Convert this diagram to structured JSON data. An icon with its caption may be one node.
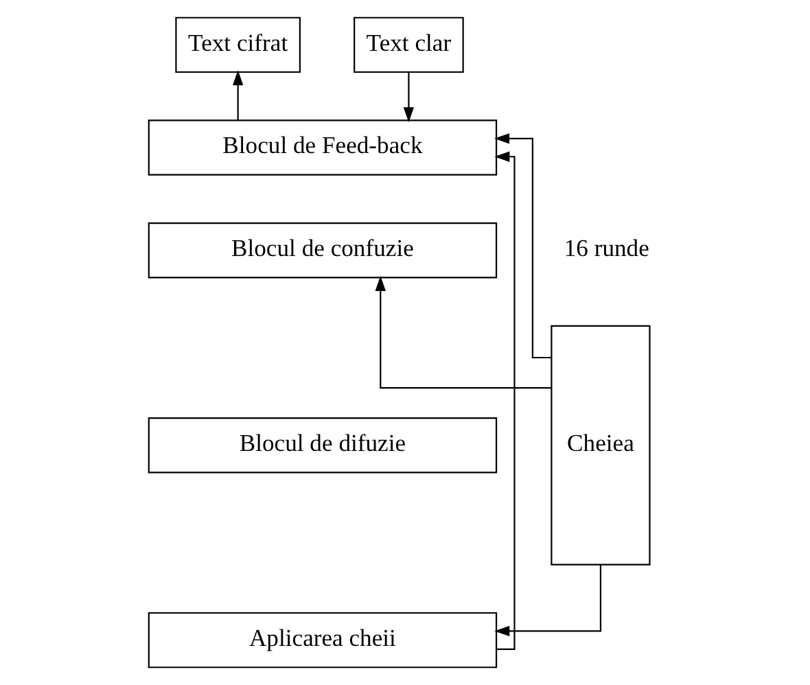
{
  "diagram": {
    "nodes": [
      {
        "text": [
          "Text cifrat"
        ]
      },
      {
        "text": [
          "Text clar"
        ]
      },
      {
        "text": [
          "Blocul de Feed-back"
        ]
      },
      {
        "text": [
          "Blocul de confuzie"
        ]
      },
      {
        "text": [
          "Blocul de difuzie"
        ]
      },
      {
        "text": [
          "Aplicarea cheii"
        ]
      },
      {
        "text": [
          "Cheiea"
        ]
      }
    ],
    "edges": [
      {
        "from": 2,
        "to": 0,
        "arrow": "to"
      },
      {
        "from": 1,
        "to": 2,
        "arrow": "to"
      },
      {
        "from": 5,
        "to": 2,
        "arrow": "to"
      },
      {
        "from": 6,
        "to": 2,
        "arrow": "to"
      },
      {
        "from": 6,
        "to": 3,
        "arrow": "to"
      },
      {
        "from": 6,
        "to": 5,
        "arrow": "to"
      }
    ],
    "labels": [
      "16 runde"
    ]
  }
}
